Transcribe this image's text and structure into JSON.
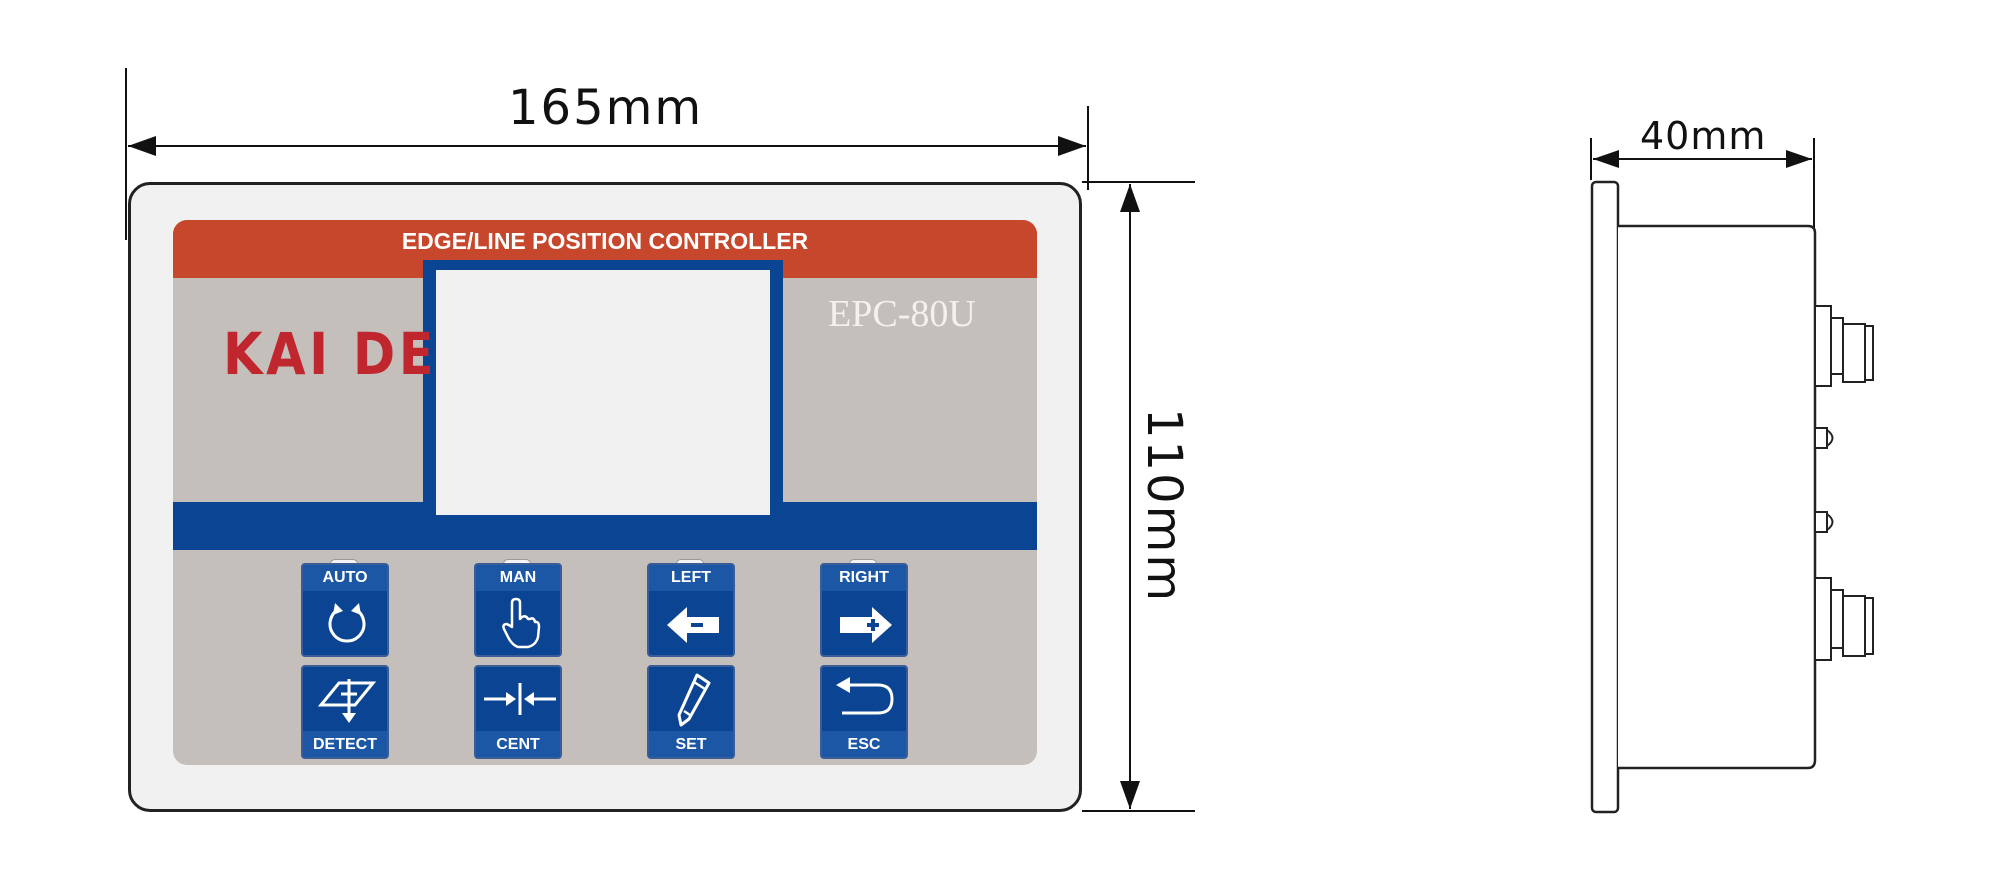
{
  "dimensions": {
    "width_label": "165mm",
    "height_label": "110mm",
    "depth_label": "40mm"
  },
  "controller": {
    "band_title": "EDGE/LINE POSITION CONTROLLER",
    "brand": "KAI DE",
    "model": "EPC-80U"
  },
  "buttons": {
    "top_row": [
      {
        "label": "AUTO",
        "icon": "rotate-icon",
        "has_led": true
      },
      {
        "label": "MAN",
        "icon": "hand-pointer-icon",
        "has_led": true
      },
      {
        "label": "LEFT",
        "icon": "arrow-left-minus-icon",
        "has_led": true
      },
      {
        "label": "RIGHT",
        "icon": "arrow-right-plus-icon",
        "has_led": true
      }
    ],
    "bottom_row": [
      {
        "label": "DETECT",
        "icon": "detect-icon"
      },
      {
        "label": "CENT",
        "icon": "center-arrows-icon"
      },
      {
        "label": "SET",
        "icon": "pencil-icon"
      },
      {
        "label": "ESC",
        "icon": "return-arrow-icon"
      }
    ]
  },
  "colors": {
    "band_red": "#c7472c",
    "panel_blue": "#0a4492",
    "face_gray": "#c5bfbb",
    "brand_red": "#c0262e"
  }
}
